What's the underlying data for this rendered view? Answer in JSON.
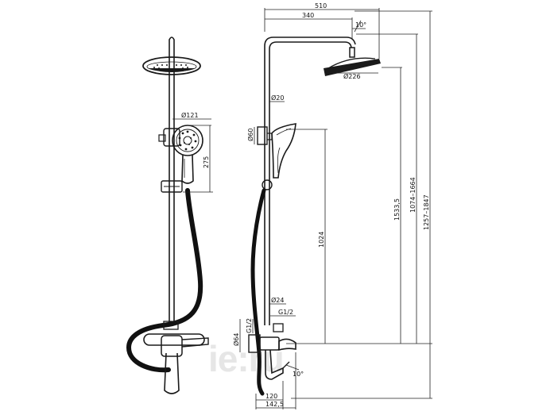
{
  "title": "",
  "watermark": "ie:ru",
  "dimensions": {
    "total_width": "510",
    "arm_length": "340",
    "tilt_top": "10°",
    "head_diameter": "Ø226",
    "rail_diameter": "Ø20",
    "handshower_diameter": "Ø121",
    "handshower_height": "275",
    "holder_diameter": "Ø60",
    "mixer_to_holder": "1024",
    "mixer_to_head": "1533,5",
    "adjust_range": "1074–1664",
    "total_height": "1257–1847",
    "pipe_diameter": "Ø24",
    "thread_top": "G1/2",
    "thread_side": "G1/2",
    "flange_diameter": "Ø64",
    "spout_tilt": "10°",
    "spout_reach_a": "120",
    "spout_reach_b": "142,5"
  }
}
